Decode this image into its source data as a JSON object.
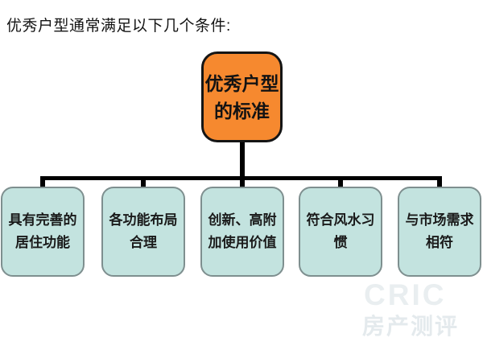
{
  "title": {
    "text": "优秀户型通常满足以下几个条件:"
  },
  "diagram": {
    "root": {
      "label": "优秀户型的标准",
      "line1": "优秀户型",
      "line2": "的标准",
      "fill": "#F6892F",
      "border_color": "#151515",
      "text_color": "#131313"
    },
    "children": [
      {
        "label": "具有完善的居住功能",
        "line1": "具有完善的",
        "line2": "居住功能"
      },
      {
        "label": "各功能布局合理",
        "line1": "各功能布局",
        "line2": "合理"
      },
      {
        "label": "创新、高附加使用价值",
        "line1": "创新、高附",
        "line2": "加使用价值"
      },
      {
        "label": "符合风水习惯",
        "line1": "符合风水习",
        "line2": "惯"
      },
      {
        "label": "与市场需求相符",
        "line1": "与市场需求",
        "line2": "相符"
      }
    ],
    "child_style": {
      "fill": "#C3E3DF",
      "border_color": "#7E8F8F",
      "text_color": "#1A1A1A"
    },
    "connector_color": "#000000"
  },
  "watermark": {
    "brand": "CRIC",
    "subtext": "房产测评",
    "color": "#E9EEF0"
  }
}
